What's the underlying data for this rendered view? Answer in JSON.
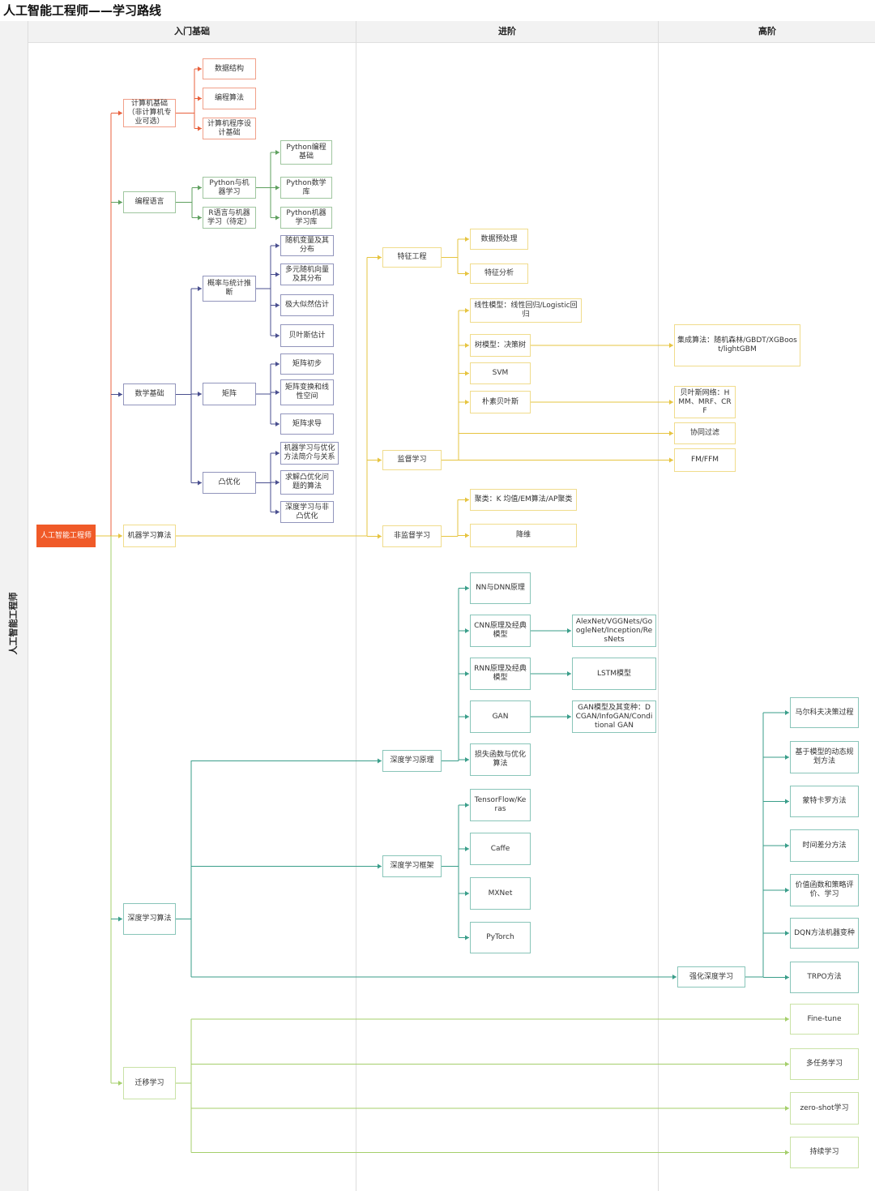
{
  "title": "人工智能工程师——学习路线",
  "side_label": "人工智能工程师",
  "columns": [
    "入门基础",
    "进阶",
    "高阶"
  ],
  "colors": {
    "cs": "#e8603c",
    "prog": "#5fa05f",
    "math": "#4a4f8f",
    "ml": "#e6c440",
    "dl": "#3a9e8a",
    "tl": "#a5cf6b",
    "root": "#f05a28"
  },
  "nodes": {
    "root": "人工智能工程师",
    "cs": "计算机基础（非计算机专业可选）",
    "cs_ds": "数据结构",
    "cs_alg": "编程算法",
    "cs_prog": "计算机程序设计基础",
    "prog": "编程语言",
    "prog_py": "Python与机器学习",
    "prog_r": "R语言与机器学习（待定）",
    "py_basic": "Python编程基础",
    "py_math": "Python数学库",
    "py_ml": "Python机器学习库",
    "math": "数学基础",
    "math_prob": "概率与统计推断",
    "math_mat": "矩阵",
    "math_cvx": "凸优化",
    "prob_rv": "随机变量及其分布",
    "prob_mv": "多元随机向量及其分布",
    "prob_mle": "极大似然估计",
    "prob_bayes": "贝叶斯估计",
    "mat_basic": "矩阵初步",
    "mat_trans": "矩阵变换和线性空间",
    "mat_deriv": "矩阵求导",
    "cvx_rel": "机器学习与优化方法简介与关系",
    "cvx_alg": "求解凸优化问题的算法",
    "cvx_dl": "深度学习与非凸优化",
    "ml": "机器学习算法",
    "ml_fe": "特征工程",
    "ml_sup": "监督学习",
    "ml_unsup": "非监督学习",
    "fe_pre": "数据预处理",
    "fe_ana": "特征分析",
    "sup_lin": "线性模型：线性回归/Logistic回归",
    "sup_tree": "树模型：决策树",
    "sup_svm": "SVM",
    "sup_nb": "朴素贝叶斯",
    "sup_ens": "集成算法：随机森林/GBDT/XGBoost/lightGBM",
    "sup_bn": "贝叶斯网络：HMM、MRF、CRF",
    "sup_cf": "协同过滤",
    "sup_fm": "FM/FFM",
    "uns_clu": "聚类：K 均值/EM算法/AP聚类",
    "uns_dr": "降维",
    "dl": "深度学习算法",
    "dl_prin": "深度学习原理",
    "dl_fw": "深度学习框架",
    "dl_rl": "强化深度学习",
    "dp_nn": "NN与DNN原理",
    "dp_cnn": "CNN原理及经典模型",
    "dp_rnn": "RNN原理及经典模型",
    "dp_gan": "GAN",
    "dp_loss": "损失函数与优化算法",
    "dp_alex": "AlexNet/VGGNets/GoogleNet/Inception/ResNets",
    "dp_lstm": "LSTM模型",
    "dp_ganv": "GAN模型及其变种：DCGAN/InfoGAN/Conditional GAN",
    "fw_tf": "TensorFlow/Keras",
    "fw_caffe": "Caffe",
    "fw_mx": "MXNet",
    "fw_pt": "PyTorch",
    "rl_mdp": "马尔科夫决策过程",
    "rl_dp": "基于模型的动态规划方法",
    "rl_mc": "蒙特卡罗方法",
    "rl_td": "时间差分方法",
    "rl_vf": "价值函数和策略评价、学习",
    "rl_dqn": "DQN方法机器变种",
    "rl_trpo": "TRPO方法",
    "tl": "迁移学习",
    "tl_ft": "Fine-tune",
    "tl_mt": "多任务学习",
    "tl_zs": "zero-shot学习",
    "tl_cl": "持续学习"
  }
}
